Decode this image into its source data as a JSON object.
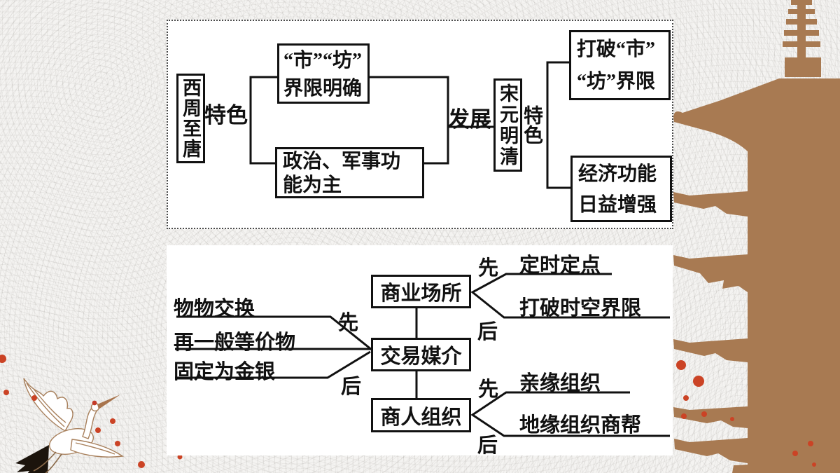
{
  "colors": {
    "ink": "#111111",
    "panel": "#ffffff",
    "bg": "#f4f3f1",
    "pagoda": "#a87a52",
    "dot": "#cb4325",
    "crane_line": "#a8805c",
    "crane_dark": "#1c140c",
    "crane_crown": "#c43a27"
  },
  "top_diagram": {
    "stage1": "西周至唐",
    "stage1_edge": "特色",
    "market": {
      "line1": "“市”“坊”",
      "line2": "界限明确"
    },
    "political": {
      "line1": "政治、军事功",
      "line2": "能为主"
    },
    "develop": "发展",
    "stage2": "宋元明清",
    "stage2_edge": "特色",
    "break_limits": {
      "line1": "打破“市”",
      "line2": "“坊”界限"
    },
    "economic": {
      "line1": "经济功能",
      "line2": "日益增强"
    }
  },
  "bottom_diagram": {
    "barter": "物物交换",
    "equivalent": "再一般等价物",
    "gold_silver": "固定为金银",
    "first_a": "先",
    "later_a": "后",
    "place": "商业场所",
    "medium": "交易媒介",
    "merchant": "商人组织",
    "first_b": "先",
    "later_b": "后",
    "place_early": "定时定点",
    "place_late": "打破时空界限",
    "first_c": "先",
    "later_c": "后",
    "org_early": "亲缘组织",
    "org_late": "地缘组织商帮"
  },
  "decor": {
    "pagoda": "pagoda-silhouette",
    "crane": "red-crowned-crane",
    "dots": "red-ink-dots"
  }
}
